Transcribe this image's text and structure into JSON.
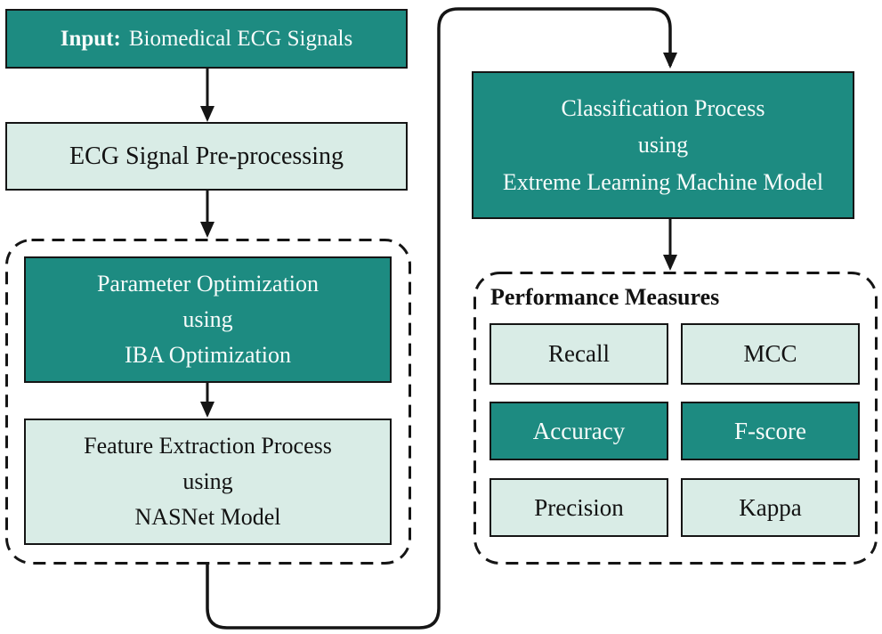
{
  "colors": {
    "teal": "#1d8b81",
    "mint": "#d9ece6",
    "border": "#151515",
    "text_dark": "#121212",
    "text_light": "#f8fcfb"
  },
  "flow": {
    "input": {
      "prefix": "Input:",
      "label": "Biomedical ECG Signals"
    },
    "preprocessing": {
      "label": "ECG Signal Pre-processing"
    },
    "parameter_optimization": {
      "lines": [
        "Parameter Optimization",
        "using",
        "IBA Optimization"
      ]
    },
    "feature_extraction": {
      "lines": [
        "Feature Extraction Process",
        "using",
        "NASNet Model"
      ]
    },
    "classification": {
      "lines": [
        "Classification Process",
        "using",
        "Extreme Learning Machine Model"
      ]
    },
    "performance": {
      "title": "Performance Measures",
      "measures": [
        {
          "label": "Recall",
          "variant": "light"
        },
        {
          "label": "MCC",
          "variant": "light"
        },
        {
          "label": "Accuracy",
          "variant": "dark"
        },
        {
          "label": "F-score",
          "variant": "dark"
        },
        {
          "label": "Precision",
          "variant": "light"
        },
        {
          "label": "Kappa",
          "variant": "light"
        }
      ]
    }
  }
}
